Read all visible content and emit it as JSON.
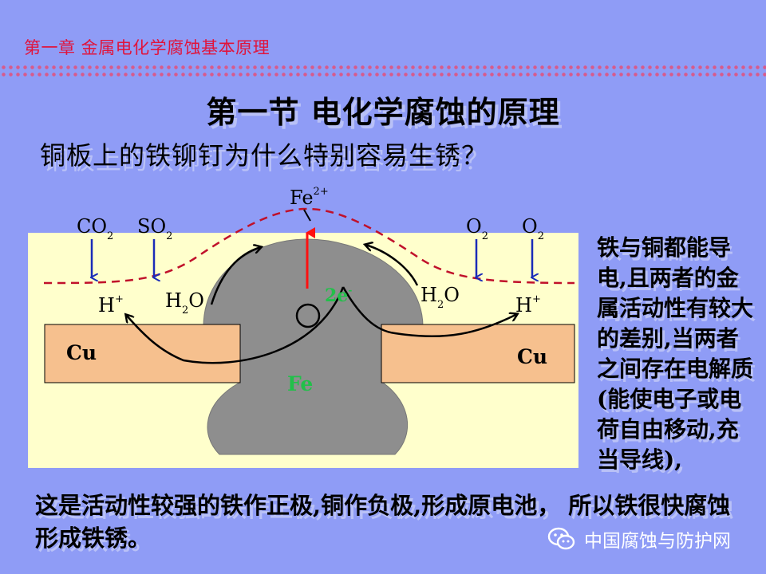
{
  "header": {
    "chapter": "第一章  金属电化学腐蚀基本原理"
  },
  "slide": {
    "title": "第一节  电化学腐蚀的原理",
    "question": "铜板上的铁铆钉为什么特别容易生锈？",
    "side_text": "铁与铜都能导电,且两者的金属活动性有较大的差别,当两者之间存在电解质(能使电子或电荷自由移动,充当导线),",
    "bottom_text": "这是活动性较强的铁作正极,铜作负极,形成原电池， 所以铁很快腐蚀形成铁锈。"
  },
  "diagram": {
    "fe_ion_main": "Fe",
    "fe_ion_sup": "2+",
    "gas_left_1_main": "CO",
    "gas_left_1_sub": "2",
    "gas_left_2_main": "SO",
    "gas_left_2_sub": "2",
    "gas_right_1_main": "O",
    "gas_right_1_sub": "2",
    "gas_right_2_main": "O",
    "gas_right_2_sub": "2",
    "h_plus_left_main": "H",
    "h_plus_left_sup": "+",
    "h_plus_right_main": "H",
    "h_plus_right_sup": "+",
    "water_left_a": "H",
    "water_left_sub": "2",
    "water_left_b": "O",
    "water_right_a": "H",
    "water_right_sub": "2",
    "water_right_b": "O",
    "electron_main": "2e",
    "electron_sup": "-",
    "cu_left": "Cu",
    "cu_right": "Cu",
    "fe_label": "Fe",
    "colors": {
      "panel": "#ffffcc",
      "copper": "#f6c08e",
      "rivet": "#8e8e8e",
      "arrow_blue": "#1a2bb8",
      "arrow_red": "#ff1010",
      "dashed": "#c0102a",
      "green": "#22c04a"
    }
  },
  "watermark": {
    "label": "中国腐蚀与防护网",
    "icon": "wechat-icon"
  }
}
